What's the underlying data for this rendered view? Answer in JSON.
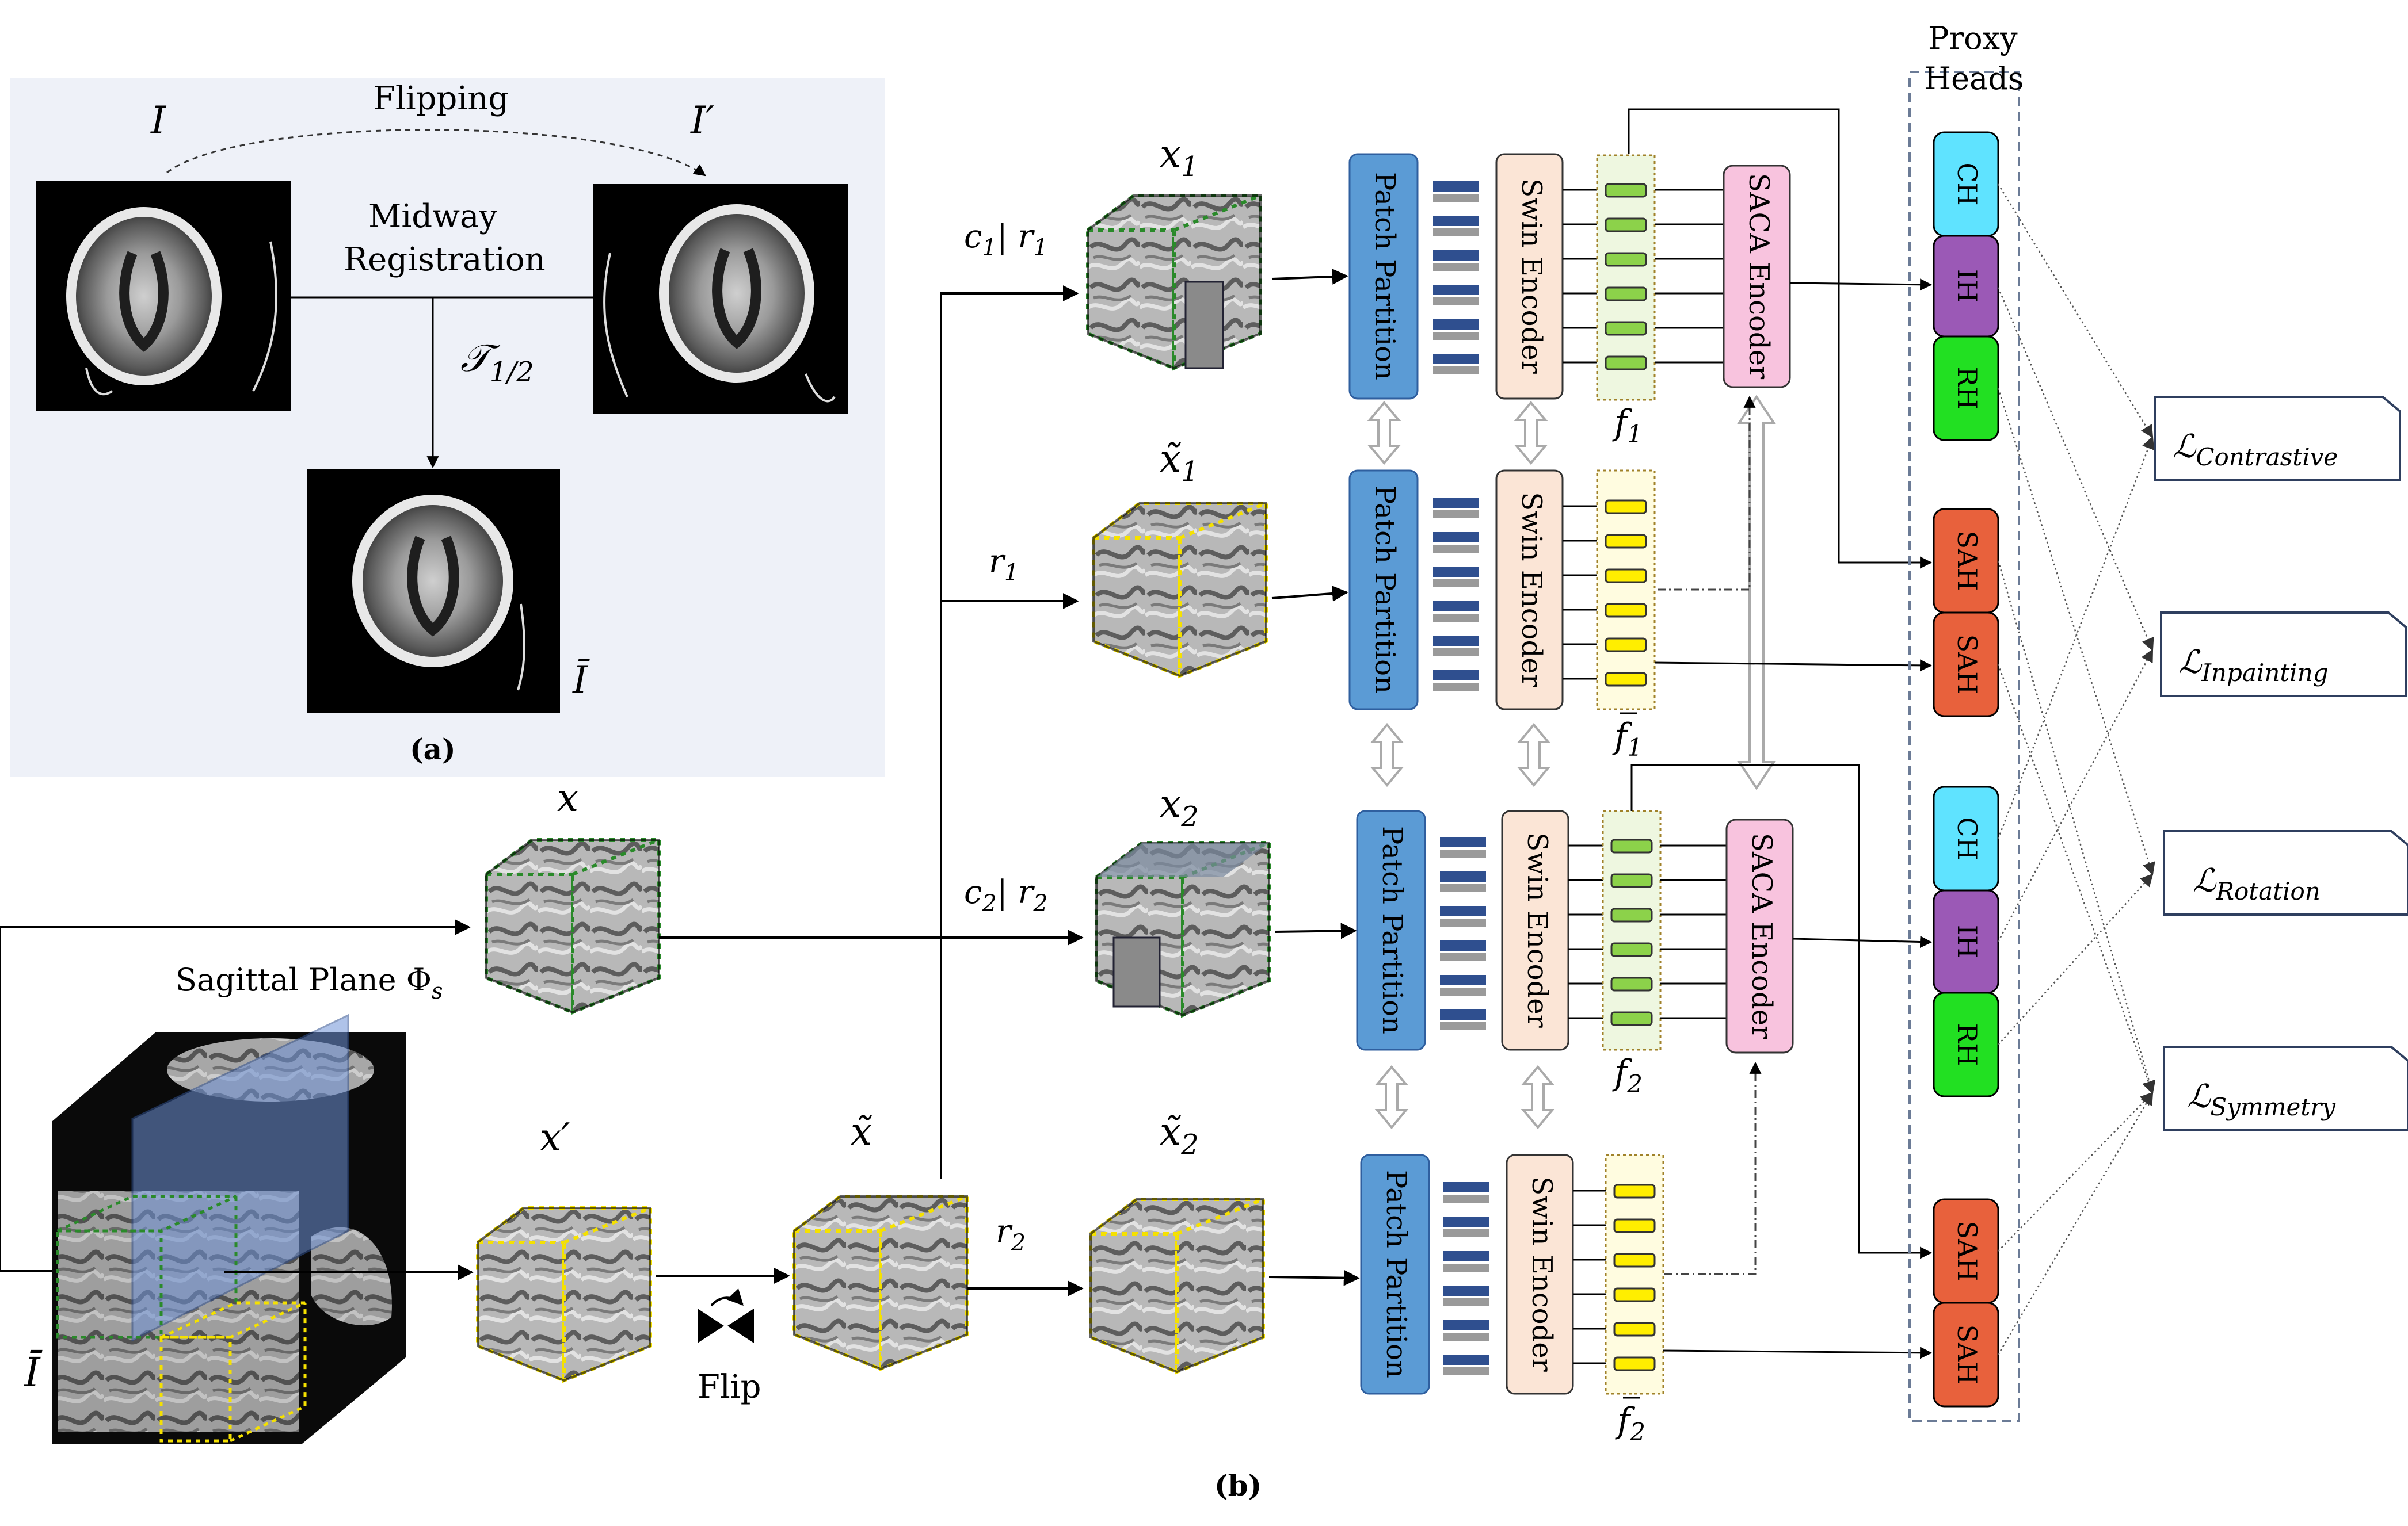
{
  "panel_a": {
    "symbol_I": "I",
    "symbol_I_prime": "I′",
    "symbol_I_bar": "Ī",
    "flipping_label": "Flipping",
    "midway_label_line1": "Midway",
    "midway_label_line2": "Registration",
    "transform_label": "𝒯",
    "transform_subscript": "1/2",
    "caption": "(a)"
  },
  "panel_b": {
    "caption": "(b)",
    "plane_label": "Sagittal Plane Φ",
    "plane_subscript": "s",
    "volume_label": "Ī",
    "flip_label": "Flip",
    "cube_labels": {
      "x": "x",
      "x_prime": "x′",
      "x_tilde": "x̃",
      "x1": "x",
      "x1_sub": "1",
      "x1_tilde": "x̃",
      "x1_tilde_sub": "1",
      "x2": "x",
      "x2_sub": "2",
      "x2_tilde": "x̃",
      "x2_tilde_sub": "2"
    },
    "edge_labels": {
      "c1r1": "c",
      "c1r1_sub1": "1",
      "c1r1_mid": "| r",
      "c1r1_sub2": "1",
      "r1": "r",
      "r1_sub": "1",
      "c2r2": "c",
      "c2r2_sub1": "2",
      "c2r2_mid": "| r",
      "c2r2_sub2": "2",
      "r2": "r",
      "r2_sub": "2"
    },
    "blocks": {
      "patch_partition": "Patch Partition",
      "swin_encoder": "Swin Encoder",
      "saca_encoder": "SACA Encoder"
    },
    "features": {
      "f": "f",
      "f1_sub": "1",
      "f1_tilde_sub": "1",
      "f2_sub": "2",
      "f2_tilde_sub": "2"
    },
    "proxy_heads_title_line1": "Proxy",
    "proxy_heads_title_line2": "Heads",
    "heads": {
      "ch": "CH",
      "ih": "IH",
      "rh": "RH",
      "sah": "SAH"
    },
    "losses": {
      "symbol": "ℒ",
      "contrastive": "Contrastive",
      "inpainting": "Inpainting",
      "rotation": "Rotation",
      "symmetry": "Symmetry"
    }
  },
  "colors": {
    "panel_a_bg": "#eef1f8",
    "patch_partition": "#5b9bd5",
    "swin_encoder": "#fbe5d6",
    "saca_encoder": "#f8c3de",
    "feature_green": "#8cd24a",
    "feature_yellow": "#ffee00",
    "token_blue": "#2f4f8f",
    "token_gray": "#9a9a9a",
    "ch": "#5fe3ff",
    "ih": "#9b59b6",
    "rh": "#22e022",
    "sah": "#e8613c",
    "cube_green_dash": "#2a8a2a",
    "cube_yellow_dash": "#f5e100",
    "plane": "#6f93d8"
  }
}
